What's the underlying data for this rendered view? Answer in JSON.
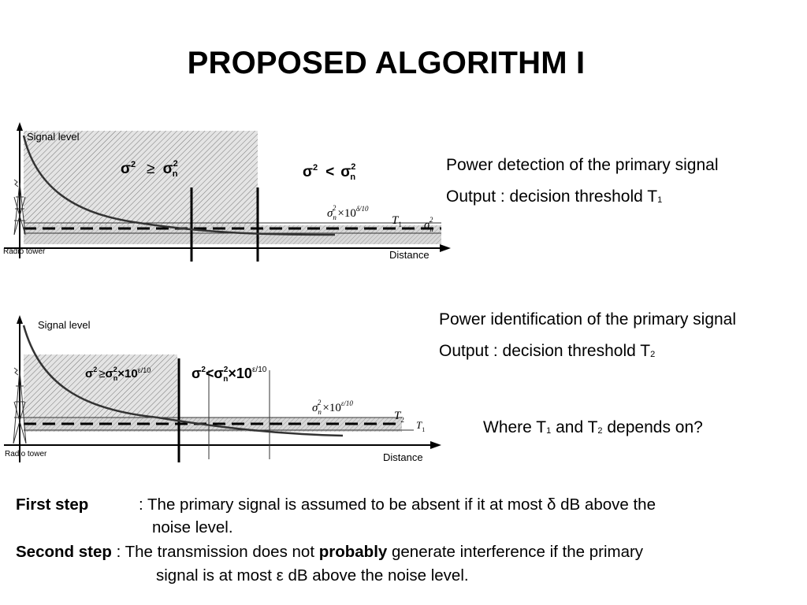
{
  "slide": {
    "title": "PROPOSED ALGORITHM I"
  },
  "figure1": {
    "y_axis_label": "Signal level",
    "x_axis_label": "Distance",
    "tower_label": "Radio tower",
    "region_left": {
      "sigma": "σ",
      "sup": "2",
      "op": "≥",
      "sigma_n": "σ",
      "n_sup": "2",
      "n_sub": "n"
    },
    "region_right": {
      "sigma": "σ",
      "sup": "2",
      "op": "<",
      "sigma_n": "σ",
      "n_sup": "2",
      "n_sub": "n"
    },
    "threshold_label": "T",
    "threshold_sub": "1",
    "level_label": {
      "sigma": "σ",
      "n_sub": "n",
      "n_sup": "2",
      "times": "×10",
      "exp": "δ/10"
    },
    "noise_label": {
      "sigma": "σ",
      "n_sub": "n",
      "n_sup": "2"
    }
  },
  "figure2": {
    "y_axis_label": "Signal level",
    "x_axis_label": "Distance",
    "tower_label": "Radio tower",
    "region_left": {
      "sigma": "σ",
      "sup": "2",
      "op": "≥",
      "sigma_n": "σ",
      "n_sup": "2",
      "n_sub": "n",
      "times": "×10",
      "exp": "ε/10"
    },
    "region_right": {
      "sigma": "σ",
      "sup": "2",
      "op": "<",
      "sigma_n": "σ",
      "n_sup": "2",
      "n_sub": "n",
      "times": "×10",
      "exp": "ε/10"
    },
    "threshold2_label": "T",
    "threshold2_sub": "2",
    "threshold1_label": "T",
    "threshold1_sub": "1",
    "level_label": {
      "sigma": "σ",
      "n_sub": "n",
      "n_sup": "2",
      "times": "×10",
      "exp": "ε/10"
    }
  },
  "description1": {
    "line1": "Power detection of the primary signal",
    "line2_prefix": "Output :  decision threshold T",
    "line2_sub": "1"
  },
  "description2": {
    "line1": "Power identification of the primary signal",
    "line2_prefix": "Output : decision threshold T",
    "line2_sub": "2"
  },
  "question": {
    "part1": "Where T",
    "sub1": "1",
    "part2": " and T",
    "sub2": "2",
    "part3": " depends on?"
  },
  "steps": {
    "first_label": "First step",
    "first_text_line1": ": The primary signal is assumed to be absent if it at most δ dB above the",
    "first_text_line2": "noise level.",
    "second_label": "Second step",
    "second_text_pre": " : The transmission does not ",
    "second_text_bold": "probably",
    "second_text_post": " generate interference if the primary",
    "second_text_line2": "signal is at most ε dB above the noise level."
  }
}
